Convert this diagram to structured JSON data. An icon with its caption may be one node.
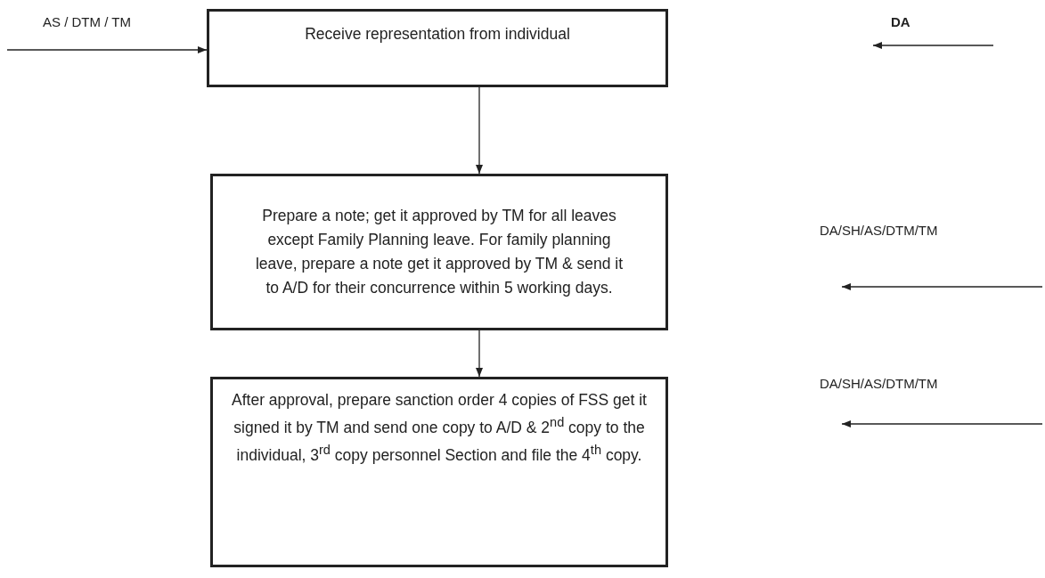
{
  "diagram": {
    "nodes": [
      {
        "text": [
          "Receive representation from individual"
        ]
      },
      {
        "text": [
          "Prepare a note; get it approved by TM for all leaves except Family Planning leave.  For family planning leave, prepare a note get it approved by TM & send it to A/D for their concurrence within 5 working days."
        ]
      },
      {
        "text": [
          "After approval, prepare sanction order 4 copies of FSS get it signed it by TM and send one copy to A/D & 2$^{nd}$ copy to the individual, 3$^{rd}$ copy personnel Section and file the 4$^{th}$ copy."
        ]
      }
    ],
    "edges": [
      {
        "from": null,
        "to": 0,
        "arrow": "to",
        "label": "AS / DTM / TM"
      },
      {
        "from": 0,
        "to": 1,
        "arrow": "to"
      },
      {
        "from": 1,
        "to": 2,
        "arrow": "to"
      }
    ],
    "labels": [
      "DA",
      "DA/SH/AS/DTM/TM",
      "DA/SH/AS/DTM/TM"
    ]
  }
}
